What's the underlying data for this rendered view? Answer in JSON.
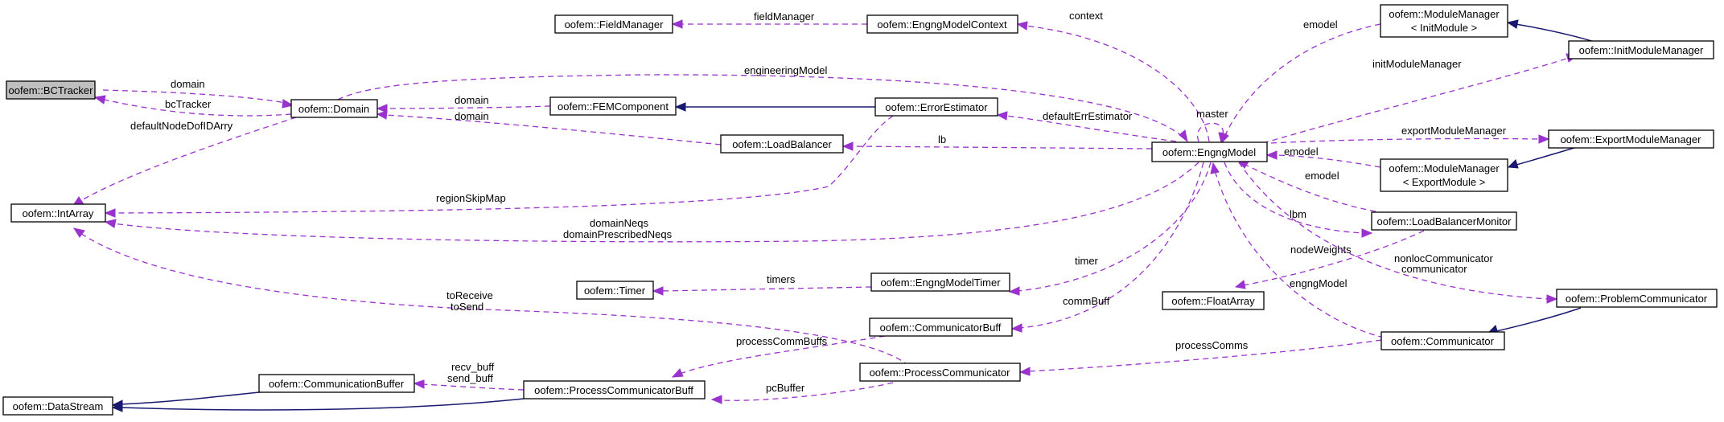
{
  "diagram": {
    "nodes": {
      "bctracker": "oofem::BCTracker",
      "domain": "oofem::Domain",
      "intarray": "oofem::IntArray",
      "datastream": "oofem::DataStream",
      "communicationbuffer": "oofem::CommunicationBuffer",
      "processcommunicatorbuff": "oofem::ProcessCommunicatorBuff",
      "processcommunicator": "oofem::ProcessCommunicator",
      "communicatorbuff": "oofem::CommunicatorBuff",
      "timer": "oofem::Timer",
      "engngmodeltimer": "oofem::EngngModelTimer",
      "fieldmanager": "oofem::FieldManager",
      "engngmodelcontext": "oofem::EngngModelContext",
      "femcomponent": "oofem::FEMComponent",
      "errorestimator": "oofem::ErrorEstimator",
      "loadbalancer": "oofem::LoadBalancer",
      "engngmodel": "oofem::EngngModel",
      "modulemanager_init": [
        "oofem::ModuleManager",
        "< InitModule >"
      ],
      "initmodulemanager": "oofem::InitModuleManager",
      "exportmodulemanager": "oofem::ExportModuleManager",
      "modulemanager_export": [
        "oofem::ModuleManager",
        "< ExportModule >"
      ],
      "loadbalancermonitor": "oofem::LoadBalancerMonitor",
      "floatarray": "oofem::FloatArray",
      "problemcommunicator": "oofem::ProblemCommunicator",
      "communicator": "oofem::Communicator"
    },
    "edge_labels": {
      "bct_domain": "domain",
      "domain_bct": "bcTracker",
      "default_dof": "defaultNodeDofIDArry",
      "engineering_model": "engineeringModel",
      "fem_domain": "domain",
      "lb_domain": "domain",
      "field_manager": "fieldManager",
      "context": "context",
      "emodel_init": "emodel",
      "init_module_manager": "initModuleManager",
      "master": "master",
      "default_err_estimator": "defaultErrEstimator",
      "lb": "lb",
      "export_module_manager": "exportModuleManager",
      "emodel_export": "emodel",
      "emodel_lbm": "emodel",
      "lbm": "lbm",
      "region_skip_map": "regionSkipMap",
      "domain_neqs": [
        "domainNeqs",
        "domainPrescribedNeqs"
      ],
      "node_weights": "nodeWeights",
      "communicators": [
        "nonlocCommunicator",
        "communicator"
      ],
      "engng_model": "engngModel",
      "timer": "timer",
      "timers": "timers",
      "comm_buff": "commBuff",
      "to_receive_send": [
        "toReceive",
        "toSend"
      ],
      "process_comm_buffs": "processCommBuffs",
      "recv_send_buff": [
        "recv_buff",
        "send_buff"
      ],
      "pc_buffer": "pcBuffer",
      "process_comms": "processComms"
    },
    "colors": {
      "usage_edge": "#9a32cd",
      "inheritance_edge": "#191970",
      "highlight_node": "#bfbfbf"
    }
  }
}
